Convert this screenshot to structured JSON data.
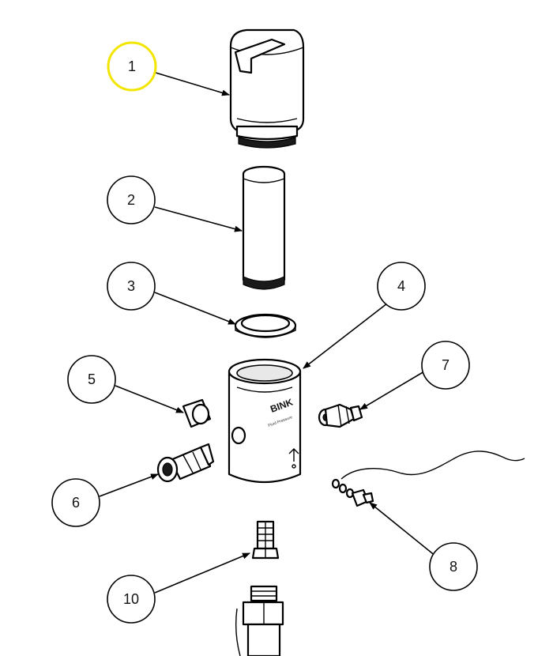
{
  "diagram": {
    "brand_lettering": "BINK",
    "body_fine_print": "Fluid Pressure",
    "callouts": [
      {
        "label": "1",
        "highlight": true
      },
      {
        "label": "2",
        "highlight": false
      },
      {
        "label": "3",
        "highlight": false
      },
      {
        "label": "4",
        "highlight": false
      },
      {
        "label": "5",
        "highlight": false
      },
      {
        "label": "6",
        "highlight": false
      },
      {
        "label": "7",
        "highlight": false
      },
      {
        "label": "8",
        "highlight": false
      },
      {
        "label": "10",
        "highlight": false
      }
    ],
    "colors": {
      "highlight": "#f2e600",
      "line": "#000000",
      "background": "#ffffff"
    }
  }
}
